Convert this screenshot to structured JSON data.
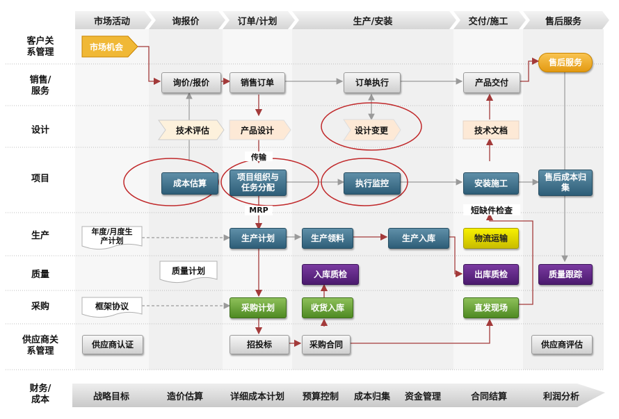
{
  "headers": [
    "市场活动",
    "询报价",
    "订单/计划",
    "生产/安装",
    "交付/施工",
    "售后服务"
  ],
  "rows": [
    "客户关系管理",
    "销售/服务",
    "设计",
    "项目",
    "生产",
    "质量",
    "采购",
    "供应商关系管理",
    "财务/成本"
  ],
  "row_lines": [
    [
      "客户关",
      "系管理"
    ],
    [
      "销售/",
      "服务"
    ],
    [
      "设计"
    ],
    [
      "项目"
    ],
    [
      "生产"
    ],
    [
      "质量"
    ],
    [
      "采购"
    ],
    [
      "供应商关",
      "系管理"
    ],
    [
      "财务/",
      "成本"
    ]
  ],
  "boxes": {
    "market_opportunity": "市场机会",
    "inquiry_quote": "询价/报价",
    "sales_order": "销售订单",
    "order_execution": "订单执行",
    "product_delivery": "产品交付",
    "after_sales_service": "售后服务",
    "tech_evaluation": "技术评估",
    "product_design": "产品设计",
    "design_change": "设计变更",
    "tech_doc": "技术文档",
    "cost_estimate": "成本估算",
    "project_org_1": "项目组织与",
    "project_org_2": "任务分配",
    "exec_monitor": "执行监控",
    "install_construct": "安装施工",
    "after_sales_cost_1": "售后成本归",
    "after_sales_cost_2": "集",
    "annual_plan_1": "年度/月度生",
    "annual_plan_2": "产计划",
    "prod_plan": "生产计划",
    "prod_picking": "生产领料",
    "prod_warehousing": "生产入库",
    "logistics": "物流运输",
    "quality_plan": "质量计划",
    "incoming_inspection": "入库质检",
    "outgoing_inspection": "出库质检",
    "quality_tracking": "质量跟踪",
    "framework_agreement": "框架协议",
    "purchase_plan": "采购计划",
    "goods_receipt": "收货入库",
    "direct_site": "直发现场",
    "supplier_cert": "供应商认证",
    "bidding": "招投标",
    "purchase_contract": "采购合同",
    "supplier_eval": "供应商评估"
  },
  "notes": {
    "transfer": "传输",
    "mrp": "MRP",
    "shortage_check": "短缺件检查"
  },
  "finance": [
    "战略目标",
    "造价估算",
    "详细成本计划",
    "预算控制",
    "成本归集",
    "资金管理",
    "合同结算",
    "利润分析"
  ],
  "colors": {
    "gray": "#d9d9d9",
    "blue": "#2e5e78",
    "green": "#4e8a22",
    "purple": "#4b1a6e",
    "yellow": "#f7f000",
    "orange": "#e39a12",
    "arrow_red": "#a33a3a",
    "ellipse_red": "#c0282a"
  }
}
